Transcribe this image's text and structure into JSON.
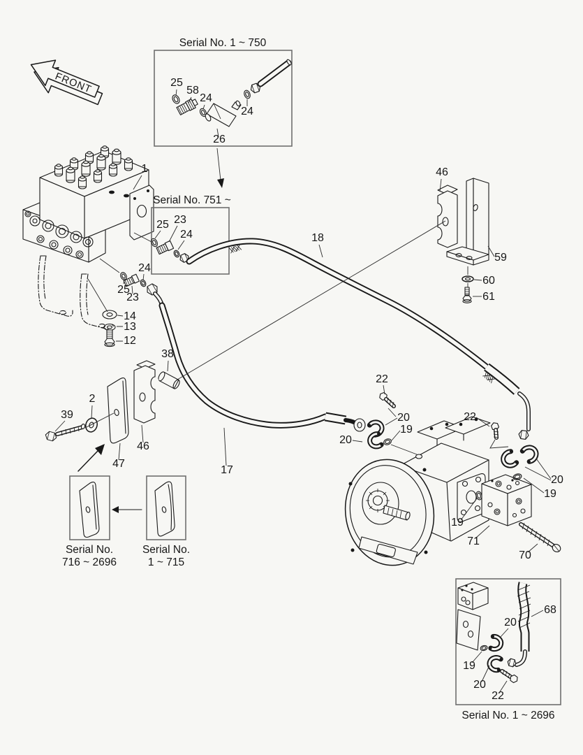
{
  "page": {
    "background": "#f7f7f4",
    "ink": "#181818",
    "box_stroke": "#6e6e6e"
  },
  "front_arrow": {
    "label": "FRONT"
  },
  "insets": {
    "top": {
      "title": "Serial No. 1 ~ 750"
    },
    "mid": {
      "title": "Serial No. 751 ~"
    },
    "bottom_left_new": {
      "caption_line1": "Serial No.",
      "caption_line2": "716 ~ 2696"
    },
    "bottom_left_old": {
      "caption_line1": "Serial No.",
      "caption_line2": "1 ~ 715"
    },
    "bottom_right": {
      "caption": "Serial No. 1 ~ 2696"
    }
  },
  "callouts": [
    {
      "text": "25"
    },
    {
      "text": "58"
    },
    {
      "text": "24"
    },
    {
      "text": "24"
    },
    {
      "text": "26"
    },
    {
      "text": "25"
    },
    {
      "text": "23"
    },
    {
      "text": "24"
    },
    {
      "text": "1"
    },
    {
      "text": "46"
    },
    {
      "text": "59"
    },
    {
      "text": "60"
    },
    {
      "text": "61"
    },
    {
      "text": "18"
    },
    {
      "text": "24"
    },
    {
      "text": "25"
    },
    {
      "text": "23"
    },
    {
      "text": "14"
    },
    {
      "text": "13"
    },
    {
      "text": "12"
    },
    {
      "text": "38"
    },
    {
      "text": "2"
    },
    {
      "text": "39"
    },
    {
      "text": "47"
    },
    {
      "text": "46"
    },
    {
      "text": "17"
    },
    {
      "text": "22"
    },
    {
      "text": "20"
    },
    {
      "text": "19"
    },
    {
      "text": "20"
    },
    {
      "text": "22"
    },
    {
      "text": "20"
    },
    {
      "text": "19"
    },
    {
      "text": "19"
    },
    {
      "text": "71"
    },
    {
      "text": "70"
    },
    {
      "text": "68"
    },
    {
      "text": "20"
    },
    {
      "text": "19"
    },
    {
      "text": "20"
    },
    {
      "text": "22"
    }
  ]
}
